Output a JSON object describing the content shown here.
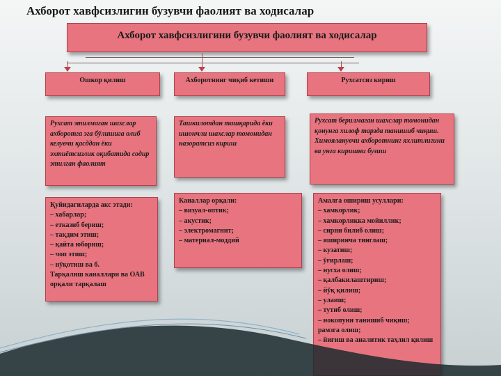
{
  "title": "Ахборот хавфсизлигин бузувчи фаолият ва ходисалар",
  "root": "Ахборот хавфсизлигини бузувчи фаолият ва ходисалар",
  "columns": [
    {
      "header": "Ошкор қилиш",
      "description": "Рухсат этилмаган шахслар ахборотга эга бўлишига олиб келувчи қасддан ёки эхтиётсизлик оқибатида содир этилган фаолият",
      "detail_title": "Қуйидагиларда акс этади:",
      "detail_items": [
        "– хабарлар;",
        "– етказиб бериш;",
        "– тақдим этиш;",
        "– қайта юбориш;",
        "– чоп этиш;",
        "– нўқотиш ва б.",
        "Тарқалиш каналлари ва ОАВ орқали тарқалаш"
      ]
    },
    {
      "header": "Ахборотнинг чиқиб кетиши",
      "description": "Ташкилотдан ташқарида ёки ишончли шахслар томонидан назоратсиз кириш",
      "detail_title": "Каналлар орқали:",
      "detail_items": [
        "– визуал-оптик;",
        "– акустик;",
        "– электромагнит;",
        "– материал-моддий"
      ]
    },
    {
      "header": "Рухсатсиз кириш",
      "description": "Рухсат берилмаган шахслар томонидан қонунга хилоф тарзда танишиб чиқиш. Химояланувчи ахборотнинг яхлитлигини ва унга киришни бузиш",
      "detail_title": "Амалга ошириш усуллари:",
      "detail_items": [
        "– хамкорлик;",
        "– хамкорликка мойиллик;",
        "– сирни билиб олиш;",
        "– яширинча тинглаш;",
        "– кузатиш;",
        "– ўғирлаш;",
        "– нусха олиш;",
        "– қалбакилаштириш;",
        "– йўқ қилиш;",
        "– улаиш;",
        "– тутиб олиш;",
        "– нокопуни танишиб чиқиш;",
        "рамзга олиш;",
        "– йиғиш ва аналитик таҳлил қилиш"
      ]
    }
  ]
}
